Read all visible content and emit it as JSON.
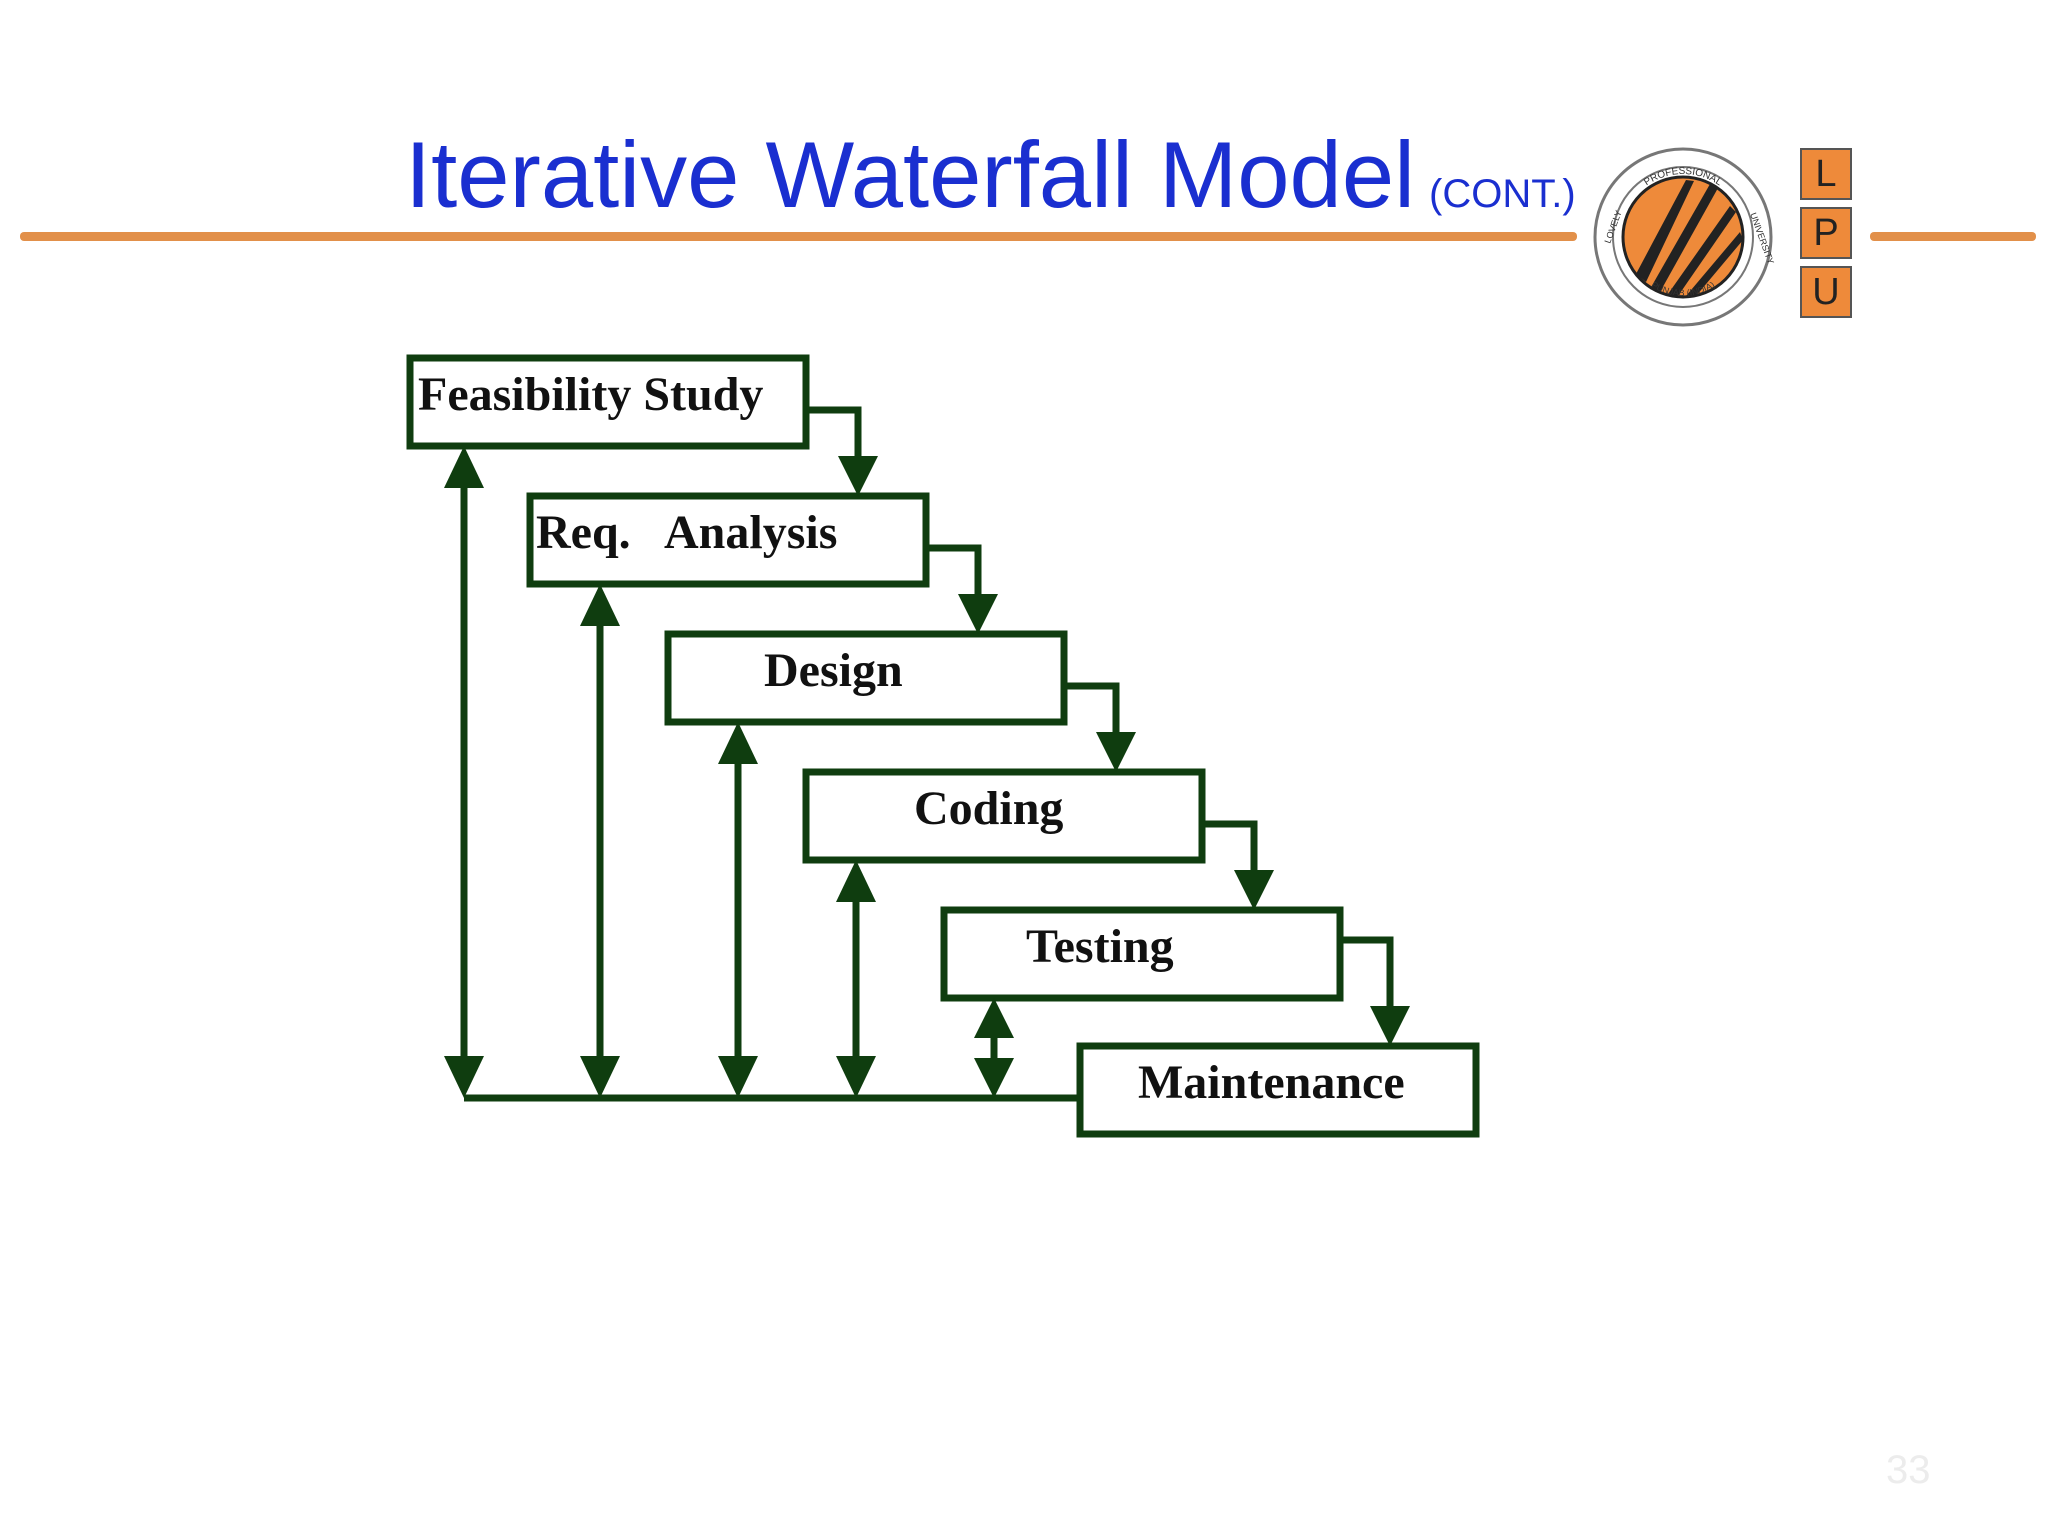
{
  "slide": {
    "title": "Iterative Waterfall Model",
    "title_suffix": "(CONT.)",
    "page_number": "33",
    "accent_color": "#e2904a",
    "title_color": "#1a2fd0"
  },
  "logo": {
    "seal_text_top": "PROFESSIONAL",
    "seal_text_left": "LOVELY",
    "seal_text_right": "UNIVERSITY",
    "seal_text_bottom": "PUNJAB (INDIA)",
    "letters": [
      "L",
      "P",
      "U"
    ]
  },
  "diagram": {
    "line_color": "#0f3d0f",
    "steps": [
      {
        "label": "Feasibility Study"
      },
      {
        "label": "Req.   Analysis"
      },
      {
        "label": "Design"
      },
      {
        "label": "Coding"
      },
      {
        "label": "Testing"
      },
      {
        "label": "Maintenance"
      }
    ]
  }
}
